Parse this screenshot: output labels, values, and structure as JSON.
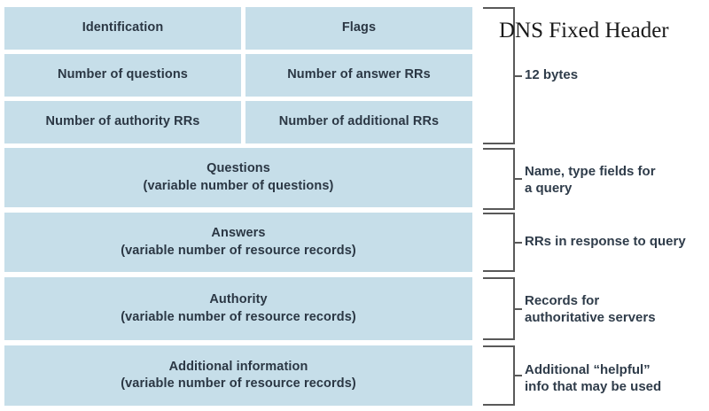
{
  "diagram": {
    "title": "DNS Fixed Header",
    "header_rows": [
      {
        "name": "identification-row",
        "left": {
          "label": "Identification"
        },
        "right": {
          "label": "Flags"
        }
      },
      {
        "name": "counts-row-1",
        "left": {
          "label": "Number of questions"
        },
        "right": {
          "label": "Number of answer RRs"
        }
      },
      {
        "name": "counts-row-2",
        "left": {
          "label": "Number of authority RRs"
        },
        "right": {
          "label": "Number of additional RRs"
        }
      }
    ],
    "sections": [
      {
        "name": "questions",
        "label": "Questions",
        "sublabel": "(variable number of questions)"
      },
      {
        "name": "answers",
        "label": "Answers",
        "sublabel": "(variable number of resource records)"
      },
      {
        "name": "authority",
        "label": "Authority",
        "sublabel": "(variable number of resource records)"
      },
      {
        "name": "additional",
        "label": "Additional information",
        "sublabel": "(variable number of resource records)"
      }
    ],
    "annotations": [
      {
        "name": "header-size",
        "text": "12 bytes"
      },
      {
        "name": "questions-note",
        "text": "Name, type fields for\na query"
      },
      {
        "name": "answers-note",
        "text": "RRs in response to query"
      },
      {
        "name": "authority-note",
        "text": "Records for\nauthoritative servers"
      },
      {
        "name": "additional-note",
        "text": "Additional “helpful”\ninfo that may be used"
      }
    ],
    "colors": {
      "cell_fill": "#c6dee9",
      "cell_text": "#2b3744",
      "annotation_text": "#2f3c4a",
      "bracket_stroke": "#595959",
      "title_text": "#1a1a1a",
      "background": "#ffffff"
    }
  }
}
